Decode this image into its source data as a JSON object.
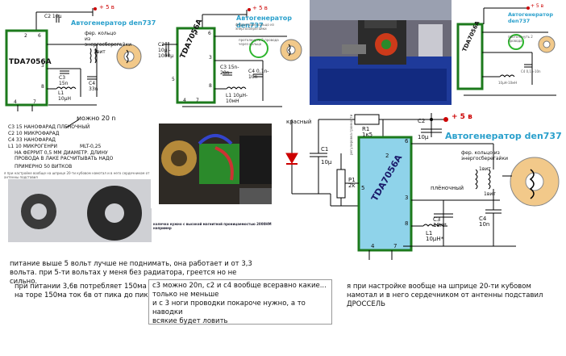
{
  "schematic1": {
    "chip": "TDA7056A",
    "title": "Автогенератор den737",
    "supply": "+ 5 в",
    "c2": "C2 10μ",
    "c3": "C3 15n",
    "c4": "C4 33n",
    "l1": "L1 10μH",
    "ferrite_note": "фер. кольцо из энергосберегайки",
    "winding": "1вит",
    "pins": [
      "6",
      "2",
      "3",
      "8",
      "4",
      "7"
    ]
  },
  "schematic2": {
    "chip": "TDA7056A",
    "title": "Автогенератор den737",
    "supply": "+ 5 в",
    "c2": "C2 10μ - 1000μ",
    "c3": "C3 15n-20n",
    "c4": "C4 0,1n-10n",
    "l1": "L1 10μH-10мH",
    "note": "протолкнуть 2 провода через кольцо",
    "ferrite_note": "ферритовое кольцо из энергосберегайки",
    "pins": [
      "2",
      "6",
      "3",
      "5",
      "8",
      "4",
      "7"
    ]
  },
  "schematic3": {
    "chip": "TDA7056A",
    "title": "Автогенератор den737",
    "supply": "+ 5 в",
    "note": "протолкнуть 2 провода",
    "c4": "C4 0,1n-10n",
    "l1": "10μH-10мH"
  },
  "parts_list": {
    "header": "можно 20 n",
    "lines": [
      "С3  15 НАНОФАРАД ПЛЕНОЧНЫЙ",
      "С2  10 МИКРОФАРАД",
      "С4  33 НАНОФАРАД",
      "L1  10 МИКРОГЕНРИ",
      "НА ФЕРРИТ 0,5 ММ ДИАМЕТР. ДЛИНУ",
      "ПРОВОДА В ЛАКЕ РАСЧИТЫВАТЬ НАДО",
      "ПРИМЕРНО 50 ВИТКОВ"
    ],
    "mlt": "MLT-0,25",
    "caption": "я при настройке вообще на шприце 20-ти кубовом намотал и в него сердечником от антенны подставил"
  },
  "photo_caption": "колечко нужно с высокой магнитной проницаемостью 2000НМ например",
  "main_schematic": {
    "title": "Автогенератор den737",
    "supply": "+ 5 в",
    "chip": "TDA7056A",
    "r1": "R1",
    "r1_val": "1к5",
    "c1": "С1",
    "c1_val": "10μ",
    "c2": "С2",
    "c2_val": "10μ",
    "c3": "С3",
    "c3_val": "18n*",
    "c4": "С4",
    "c4_val": "10n",
    "p1": "P1",
    "p1_val": "2k",
    "l1": "L1",
    "l1_val": "10μH*",
    "led_label": "красный",
    "wire_label": "плёночный",
    "vertical_label": "регулировка громкости",
    "ferrite_note": "фер. кольцо из энергосберегайки",
    "winding_top": "1вит",
    "winding_bottom": "1вит",
    "pins": [
      "2",
      "6",
      "3",
      "5",
      "8",
      "4",
      "7"
    ]
  },
  "notes": {
    "n1": "питание выше 5 вольт лучше не поднимать, она работает и от 3,3 вольта. при 5-ти вольтах у меня без радиатора, греется но не сильно.",
    "n2": "при питании 3,6в потребляет 150ма\nна торе 150ма ток 6в от пика до пика",
    "n3": "с3 можно 20n, с2 и с4 вообще всеравно какие...\nтолько не меньше\nи с 3 ноги проводки покароче нужно, а то наводки\nвсякие будет ловить",
    "n4": "я при настройке вообще на шприце 20-ти кубовом намотал и в него сердечником от антенны подставил\nДРОССЕЛЬ"
  },
  "colors": {
    "chip_border": "#1c7a1c",
    "chip_fill_main": "#8fd3ea",
    "accent_red": "#cc0000",
    "title_blue": "#2aa0cc",
    "ferrite_fill": "#f2c98a"
  }
}
